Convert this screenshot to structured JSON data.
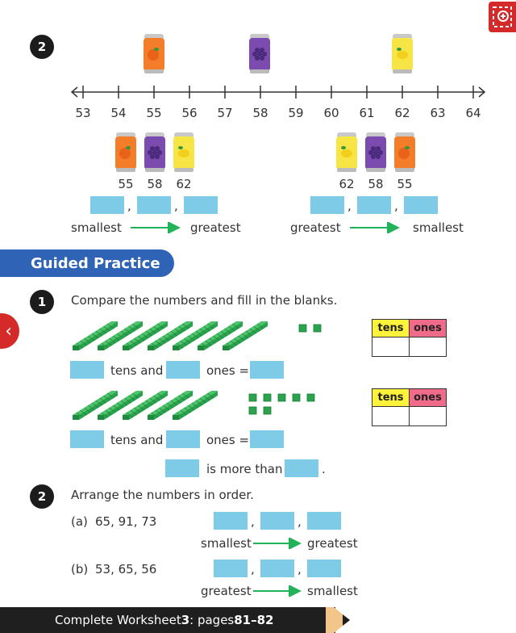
{
  "top": {
    "badge": "2",
    "number_line": {
      "ticks": [
        "53",
        "54",
        "55",
        "56",
        "57",
        "58",
        "59",
        "60",
        "61",
        "62",
        "63",
        "64"
      ],
      "cans": [
        {
          "flavor": "orange",
          "value": 55
        },
        {
          "flavor": "grape",
          "value": 58
        },
        {
          "flavor": "lemon",
          "value": 62
        }
      ]
    },
    "left_group": {
      "cans": [
        "orange",
        "grape",
        "lemon"
      ],
      "labels": [
        "55",
        "58",
        "62"
      ],
      "from": "smallest",
      "to": "greatest"
    },
    "right_group": {
      "cans": [
        "lemon",
        "grape",
        "orange"
      ],
      "labels": [
        "62",
        "58",
        "55"
      ],
      "from": "greatest",
      "to": "smallest"
    },
    "comma": ","
  },
  "banner": {
    "title": "Guided Practice"
  },
  "q1": {
    "badge": "1",
    "prompt": "Compare the numbers and fill in the blanks.",
    "tens_header": "tens",
    "ones_header": "ones",
    "row1": {
      "tens_rods": 7,
      "ones_cubes": 2,
      "tens_text": "tens and",
      "ones_text": "ones ="
    },
    "row2": {
      "tens_rods": 5,
      "ones_cubes": 7,
      "tens_text": "tens and",
      "ones_text": "ones ="
    },
    "compare_text": "is more than",
    "period": "."
  },
  "q2": {
    "badge": "2",
    "prompt": "Arrange the numbers in order.",
    "a": {
      "label": "(a)",
      "numbers": "65, 91, 73",
      "from": "smallest",
      "to": "greatest"
    },
    "b": {
      "label": "(b)",
      "numbers": "53, 65, 56",
      "from": "greatest",
      "to": "smallest"
    }
  },
  "footer": {
    "prefix": "Complete Worksheet ",
    "worksheet": "3",
    "middle": ": pages ",
    "pages": "81–82"
  },
  "colors": {
    "answer_box": "#7dcbe6",
    "banner": "#2f63b5",
    "arrow": "#21b35a",
    "tens_header": "#fff23a",
    "ones_header": "#f06b8a",
    "accent_red": "#d42a2a"
  },
  "icons": {
    "zoom": "zoom-in-icon",
    "back": "chevron-left-icon",
    "next": "play-arrow-icon"
  }
}
